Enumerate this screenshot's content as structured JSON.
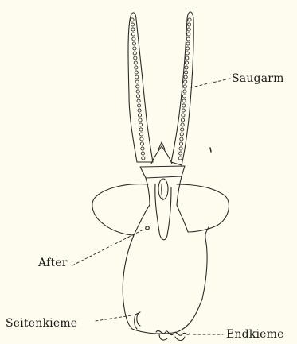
{
  "figure": {
    "labels": {
      "saugarm": "Saugarm",
      "after": "After",
      "seitenkieme": "Seitenkieme",
      "endkieme": "Endkieme"
    },
    "colors": {
      "background": "#fdfcee",
      "ink": "#2a2a2a"
    }
  }
}
